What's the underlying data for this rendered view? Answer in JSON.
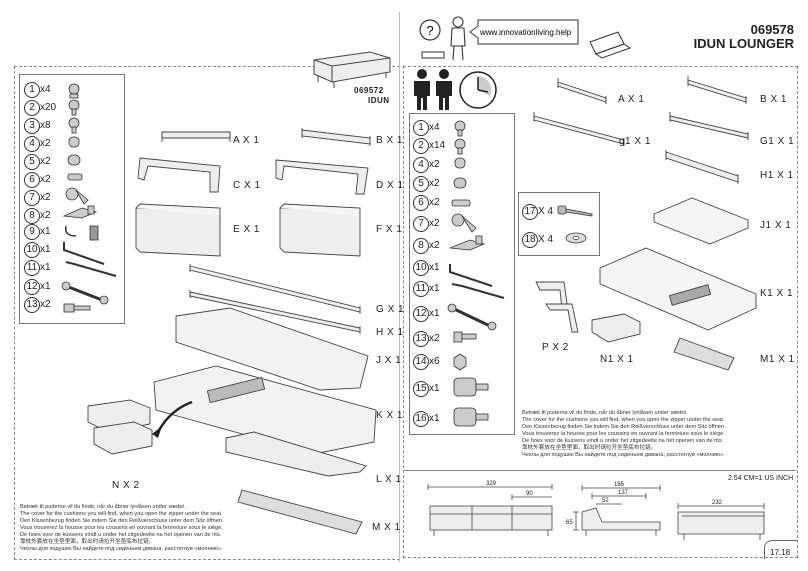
{
  "header": {
    "product_number": "069578",
    "product_name": "IDUN LOUNGER",
    "website": "www.innovationliving.help",
    "help_symbol": "?"
  },
  "left_panel": {
    "ref_number": "069572",
    "ref_name": "IDUN",
    "hardware": [
      {
        "num": "1",
        "qty": "x4",
        "icon": "bolt-icon"
      },
      {
        "num": "2",
        "qty": "x20",
        "icon": "bolt-icon"
      },
      {
        "num": "3",
        "qty": "x8",
        "icon": "bolt-icon"
      },
      {
        "num": "4",
        "qty": "x2",
        "icon": "cap-nut-icon"
      },
      {
        "num": "5",
        "qty": "x2",
        "icon": "dowel-icon"
      },
      {
        "num": "6",
        "qty": "x2",
        "icon": "pin-icon"
      },
      {
        "num": "7",
        "qty": "x2",
        "icon": "wheel-bracket-icon"
      },
      {
        "num": "8",
        "qty": "x2",
        "icon": "clip-icon"
      },
      {
        "num": "9",
        "qty": "x1",
        "icon": "hook-tool-icon"
      },
      {
        "num": "10",
        "qty": "x1",
        "icon": "hex-key-icon"
      },
      {
        "num": "11",
        "qty": "x1",
        "icon": "hex-key-icon"
      },
      {
        "num": "12",
        "qty": "x1",
        "icon": "wrench-icon"
      },
      {
        "num": "13",
        "qty": "x2",
        "icon": "screw-icon"
      }
    ],
    "parts": [
      {
        "id": "A",
        "qty": "X 1"
      },
      {
        "id": "B",
        "qty": "X 1"
      },
      {
        "id": "C",
        "qty": "X 1"
      },
      {
        "id": "D",
        "qty": "X 1"
      },
      {
        "id": "E",
        "qty": "X 1"
      },
      {
        "id": "F",
        "qty": "X 1"
      },
      {
        "id": "G",
        "qty": "X 1"
      },
      {
        "id": "H",
        "qty": "X 1"
      },
      {
        "id": "J",
        "qty": "X 1"
      },
      {
        "id": "K",
        "qty": "X 1"
      },
      {
        "id": "L",
        "qty": "X 1"
      },
      {
        "id": "M",
        "qty": "X 1"
      },
      {
        "id": "N",
        "qty": "X 2"
      }
    ]
  },
  "right_panel": {
    "hardware": [
      {
        "num": "1",
        "qty": "x4"
      },
      {
        "num": "2",
        "qty": "x14"
      },
      {
        "num": "4",
        "qty": "x2"
      },
      {
        "num": "5",
        "qty": "x2"
      },
      {
        "num": "6",
        "qty": "x2"
      },
      {
        "num": "7",
        "qty": "x2"
      },
      {
        "num": "8",
        "qty": "x2"
      },
      {
        "num": "10",
        "qty": "x1"
      },
      {
        "num": "11",
        "qty": "x1"
      },
      {
        "num": "12",
        "qty": "x1"
      },
      {
        "num": "13",
        "qty": "x2"
      },
      {
        "num": "14",
        "qty": "x6"
      },
      {
        "num": "15",
        "qty": "x1"
      },
      {
        "num": "16",
        "qty": "x1"
      }
    ],
    "extra_hardware": [
      {
        "num": "17",
        "qty": "X 4"
      },
      {
        "num": "18",
        "qty": "X 4"
      }
    ],
    "parts": [
      {
        "id": "A",
        "qty": "X 1"
      },
      {
        "id": "B",
        "qty": "X 1"
      },
      {
        "id": "g1",
        "qty": "X 1"
      },
      {
        "id": "G1",
        "qty": "X 1"
      },
      {
        "id": "H1",
        "qty": "X 1"
      },
      {
        "id": "J1",
        "qty": "X 1"
      },
      {
        "id": "K1",
        "qty": "X 1"
      },
      {
        "id": "P",
        "qty": "X 2"
      },
      {
        "id": "N1",
        "qty": "X 1"
      },
      {
        "id": "M1",
        "qty": "X 1"
      }
    ]
  },
  "cushion_notes": [
    "Betræk til puderne vil du finde, når du åbner lynlåsen under sædet.",
    "The cover for the cushions you will find, when you open the zipper under the seat.",
    "Den Kissenbezug finden Sie indem Sie den Reißverschluss unter dem Sitz öffnen.",
    "Vous trouverez la housse pour les coussins en ouvrant la fermeture sous le siège.",
    "De hoes voor de kussens vindt u onder het zitgedeelte na het openen van de rits.",
    "靠枕外套放在坐垫里面，取出时请拉开坐垫底布拉链。",
    "Чехлы для подушек Вы найдете под сиденьем дивана, расстегнув «молнию»."
  ],
  "dimensions": {
    "unit_note": "2.54 CM=1 US INCH",
    "front_total": "329",
    "front_part": "90",
    "side_depth": "185",
    "side_partial": "137",
    "side_seat": "52",
    "side_height": "65",
    "top_width": "232"
  },
  "page_number": "17.18"
}
